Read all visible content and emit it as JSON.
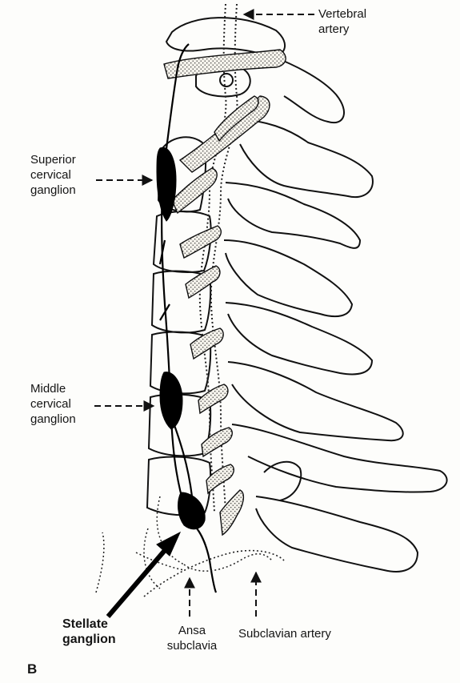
{
  "figure": {
    "panel_letter": "B",
    "labels": {
      "vertebral_artery": "Vertebral\nartery",
      "superior_cervical_ganglion": "Superior\ncervical\nganglion",
      "middle_cervical_ganglion": "Middle\ncervical\nganglion",
      "stellate_ganglion": "Stellate\nganglion",
      "ansa_subclavia": "Ansa\nsubclavia",
      "subclavian_artery": "Subclavian artery"
    }
  }
}
